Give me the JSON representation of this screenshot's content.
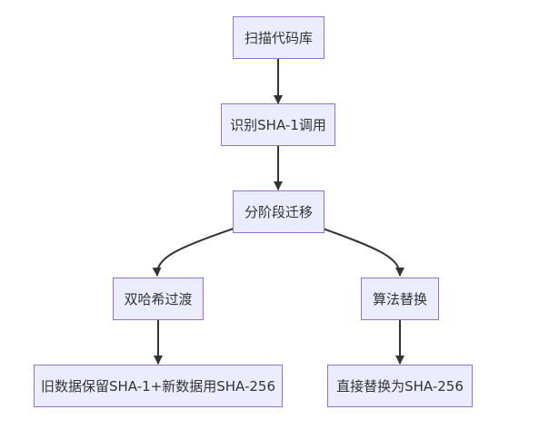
{
  "nodes": {
    "scan": "扫描代码库",
    "identify": "识别SHA-1调用",
    "migrate": "分阶段迁移",
    "dual": "双哈希过渡",
    "replace": "算法替换",
    "keep": "旧数据保留SHA-1+新数据用SHA-256",
    "direct": "直接替换为SHA-256"
  },
  "colors": {
    "node_fill": "#ECECFF",
    "node_border": "#9370DB",
    "edge": "#333333",
    "text": "#333333"
  }
}
